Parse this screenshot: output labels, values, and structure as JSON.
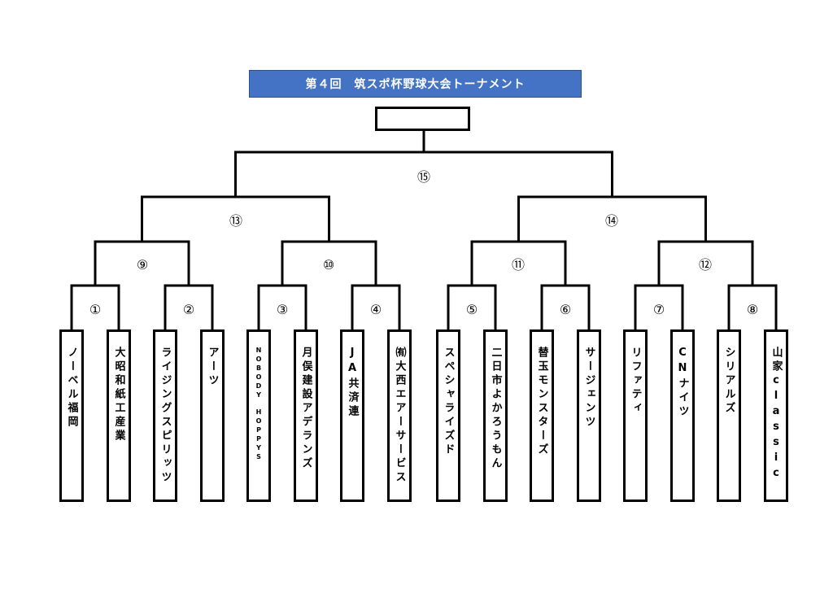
{
  "title": "第４回　筑スポ杯野球大会トーナメント",
  "teams": [
    "ノーベル福岡",
    "大昭和紙工産業",
    "ライジングスピリッツ",
    "アーツ",
    "NOBODY　HOPPYS",
    "月俣建設アデランズ",
    "JA共済連",
    "㈲大西エアーサービス",
    "スペシャライズド",
    "二日市よかろうもん",
    "替玉モンスターズ",
    "サージェンツ",
    "リファティ",
    "CNナイツ",
    "シリアルズ",
    "山家classic"
  ],
  "matches": [
    "①",
    "②",
    "③",
    "④",
    "⑤",
    "⑥",
    "⑦",
    "⑧",
    "⑨",
    "⑩",
    "⑪",
    "⑫",
    "⑬",
    "⑭",
    "⑮"
  ]
}
